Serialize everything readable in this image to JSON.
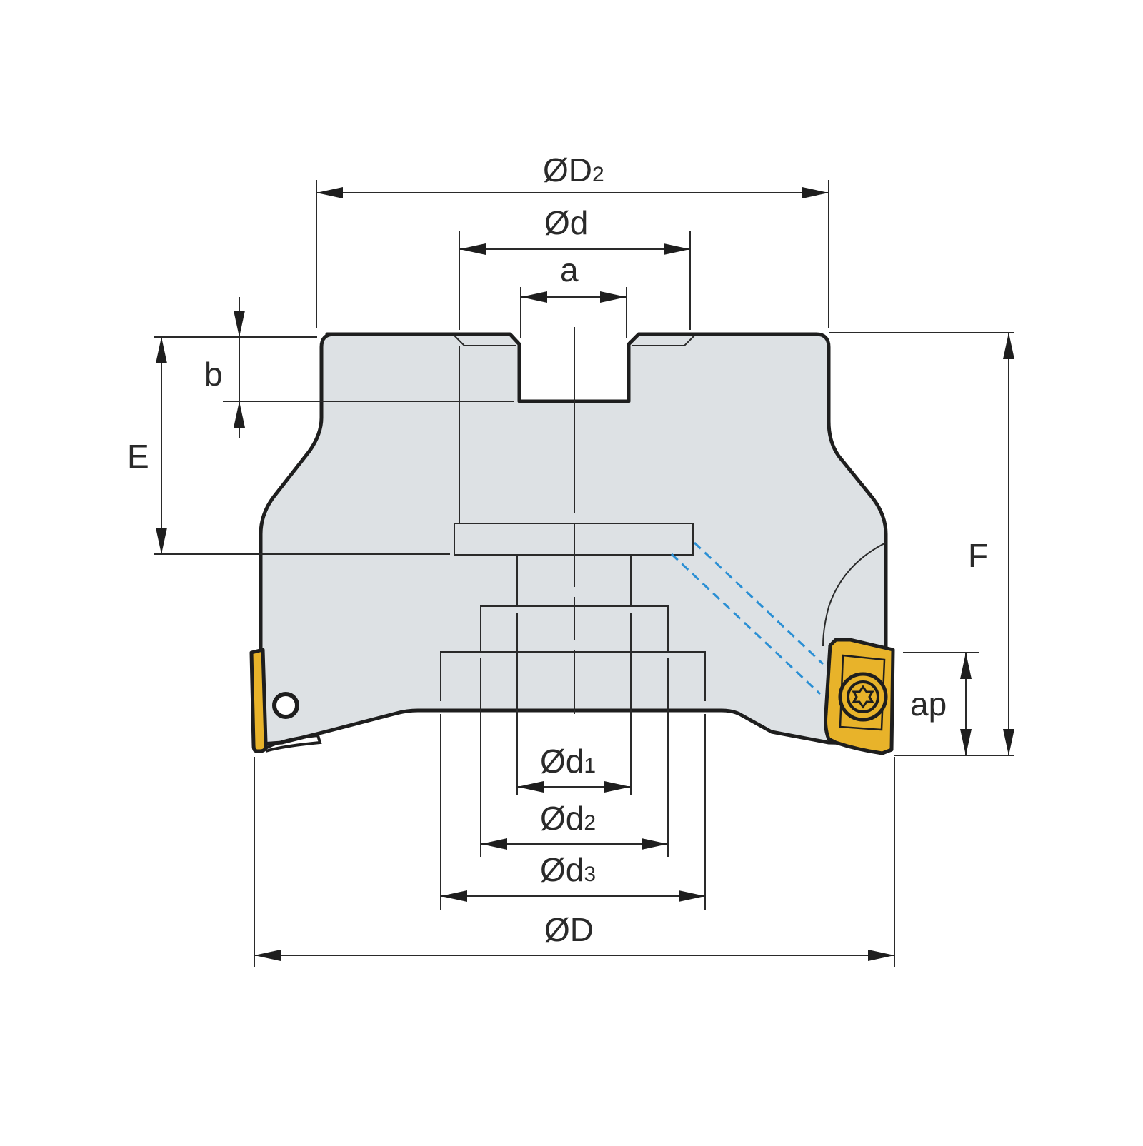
{
  "labels": {
    "D2": "ØD",
    "D2_sub": "2",
    "d": "Ød",
    "a": "a",
    "b": "b",
    "E": "E",
    "F": "F",
    "ap": "ap",
    "d1": "Ød",
    "d1_sub": "1",
    "d2": "Ød",
    "d2_sub": "2",
    "d3": "Ød",
    "d3_sub": "3",
    "D": "ØD"
  },
  "colors": {
    "body_fill": "#dde1e4",
    "outline": "#1e1e1e",
    "insert_fill": "#e8b32a",
    "coolant_line": "#2a8fd4"
  },
  "icons": {
    "insert_screw": "torx-screw-icon",
    "coolant_hole": "coolant-hole-icon"
  }
}
